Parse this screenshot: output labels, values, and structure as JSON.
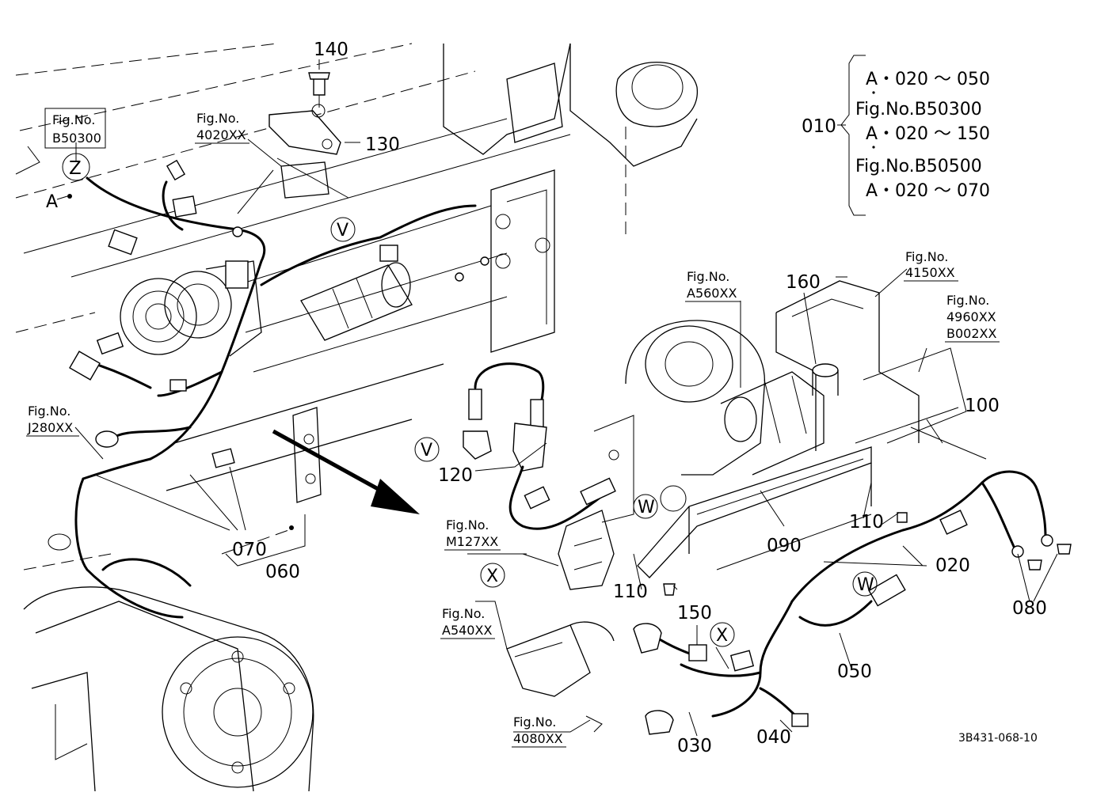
{
  "diagram": {
    "drawing_code": "3B431-068-10",
    "part_numbers": {
      "p010": "010",
      "p020": "020",
      "p030": "030",
      "p040": "040",
      "p050": "050",
      "p060": "060",
      "p070": "070",
      "p080": "080",
      "p090": "090",
      "p100": "100",
      "p110a": "110",
      "p110b": "110",
      "p120": "120",
      "p130": "130",
      "p140": "140",
      "p150": "150",
      "p160": "160"
    },
    "figure_refs": {
      "b50300": "B50300",
      "f4020xx": "4020XX",
      "j280xx": "J280XX",
      "a560xx": "A560XX",
      "f4150xx": "4150XX",
      "f4960xx": "4960XX",
      "b002xx": "B002XX",
      "m127xx": "M127XX",
      "a540xx": "A540XX",
      "f4080xx": "4080XX"
    },
    "fig_no_label": "Fig.No.",
    "callouts": {
      "z": "Z",
      "v1": "V",
      "v2": "V",
      "w1": "W",
      "w2": "W",
      "x1": "X",
      "x2": "X",
      "a": "A"
    },
    "legend": {
      "line1": "A・020 ～ 050",
      "line2": "Fig.No.B50300",
      "line3": "A・020 ～ 150",
      "line4": "Fig.No.B50500",
      "line5": "A・020 ～ 070"
    }
  }
}
